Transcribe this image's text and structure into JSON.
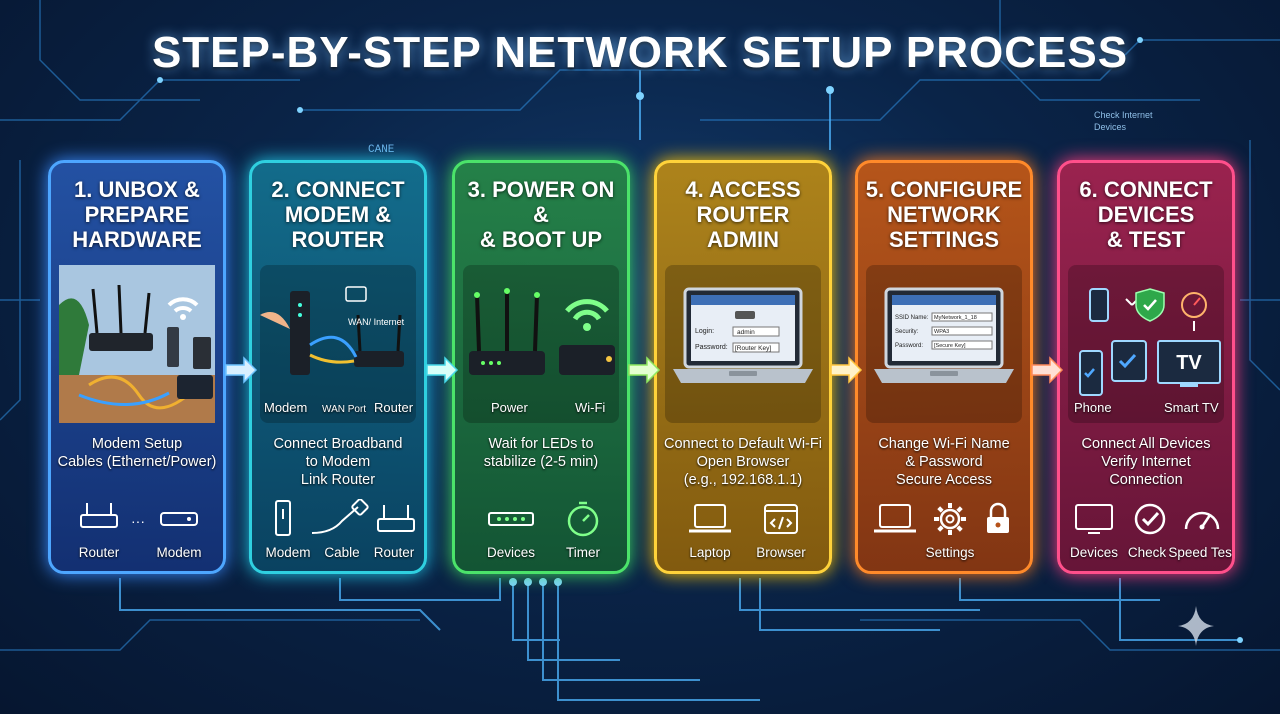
{
  "title": "STEP-BY-STEP NETWORK SETUP PROCESS",
  "background": {
    "texts": [
      "CANE",
      "Check Internet",
      "Devices"
    ],
    "colors": {
      "bg": "#0a2448",
      "circuit": "#3aa8ff"
    }
  },
  "steps": [
    {
      "title_lines": [
        "1. UNBOX &",
        "PREPARE",
        "HARDWARE"
      ],
      "accent": "#4da6ff",
      "illustration_labels": [],
      "description_lines": [
        "Modem Setup",
        "Cables (Ethernet/Power)"
      ],
      "footer": [
        {
          "label": "Router",
          "icon": "router-icon"
        },
        {
          "label": "Modem",
          "icon": "modem-icon"
        }
      ]
    },
    {
      "title_lines": [
        "2. CONNECT",
        "MODEM &",
        "ROUTER"
      ],
      "accent": "#2fd0e0",
      "illustration_labels": [
        "Modem",
        "WAN Port",
        "Router",
        "WAN/ Internet"
      ],
      "description_lines": [
        "Connect Broadband",
        "to Modem",
        "Link Router"
      ],
      "footer": [
        {
          "label": "Modem",
          "icon": "modem-icon"
        },
        {
          "label": "Cable",
          "icon": "cable-icon"
        },
        {
          "label": "Router",
          "icon": "router-icon"
        }
      ]
    },
    {
      "title_lines": [
        "3. POWER ON",
        "&",
        "& BOOT UP"
      ],
      "accent": "#4be36a",
      "illustration_labels": [
        "Power",
        "Wi-Fi"
      ],
      "description_lines": [
        "Wait for LEDs to",
        "stabilize (2-5 min)"
      ],
      "footer": [
        {
          "label": "Devices",
          "icon": "devices-led-icon"
        },
        {
          "label": "Timer",
          "icon": "stopwatch-icon"
        }
      ]
    },
    {
      "title_lines": [
        "4. ACCESS",
        "ROUTER",
        "ADMIN"
      ],
      "accent": "#ffd23a",
      "illustration_labels": [
        "Login:",
        "admin",
        "Password:",
        "[Router Key]"
      ],
      "description_lines": [
        "Connect to Default Wi-Fi",
        "Open Browser",
        "(e.g., 192.168.1.1)"
      ],
      "footer": [
        {
          "label": "Laptop",
          "icon": "laptop-icon"
        },
        {
          "label": "Browser",
          "icon": "browser-icon"
        }
      ]
    },
    {
      "title_lines": [
        "5. CONFIGURE",
        "NETWORK",
        "SETTINGS"
      ],
      "accent": "#ff8a2a",
      "illustration_labels": [
        "SSID Name:",
        "MyNetwork_1_18",
        "Security:",
        "WPA3",
        "Password:",
        "[Secure Key]"
      ],
      "description_lines": [
        "Change Wi-Fi Name",
        "& Password",
        "Secure Access"
      ],
      "footer": [
        {
          "label": "",
          "icon": "laptop-icon"
        },
        {
          "label": "Settings",
          "icon": "gear-icon"
        },
        {
          "label": "",
          "icon": "lock-icon"
        }
      ]
    },
    {
      "title_lines": [
        "6. CONNECT",
        "DEVICES",
        "& TEST"
      ],
      "accent": "#ff4f8b",
      "illustration_labels": [
        "Phone",
        "Smart TV",
        "TV"
      ],
      "description_lines": [
        "Connect All Devices",
        "Verify Internet",
        "Connection"
      ],
      "footer": [
        {
          "label": "Devices",
          "icon": "monitor-icon"
        },
        {
          "label": "Check",
          "icon": "check-circle-icon"
        },
        {
          "label": "Speed Test",
          "icon": "speedometer-icon"
        }
      ]
    }
  ]
}
